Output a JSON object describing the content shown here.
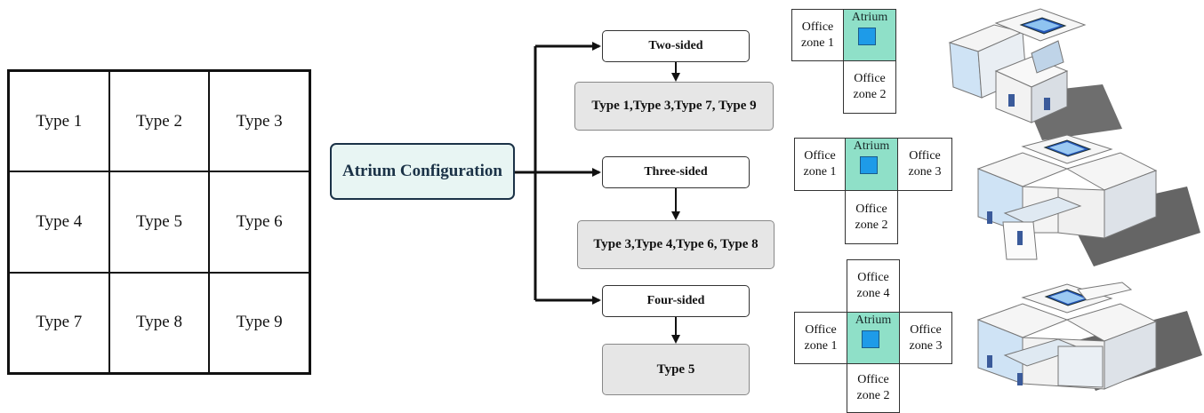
{
  "grid": {
    "cells": [
      "Type 1",
      "Type 2",
      "Type 3",
      "Type 4",
      "Type 5",
      "Type 6",
      "Type 7",
      "Type 8",
      "Type 9"
    ]
  },
  "main": {
    "label": "Atrium Configuration"
  },
  "branches": [
    {
      "label": "Two-sided",
      "types": "Type 1,Type 3,Type 7, Type 9"
    },
    {
      "label": "Three-sided",
      "types": "Type 3,Type 4,Type 6, Type 8"
    },
    {
      "label": "Four-sided",
      "types": "Type 5"
    }
  ],
  "zones": {
    "atrium": "Atrium",
    "office_word": "Office",
    "zone1": "zone 1",
    "zone2": "zone 2",
    "zone3": "zone 3",
    "zone4": "zone 4"
  },
  "colors": {
    "atrium": "#8fe0c8",
    "atrium_square": "#1e9be8",
    "main_box_fill": "#e8f5f3",
    "main_box_border": "#1b3247"
  }
}
